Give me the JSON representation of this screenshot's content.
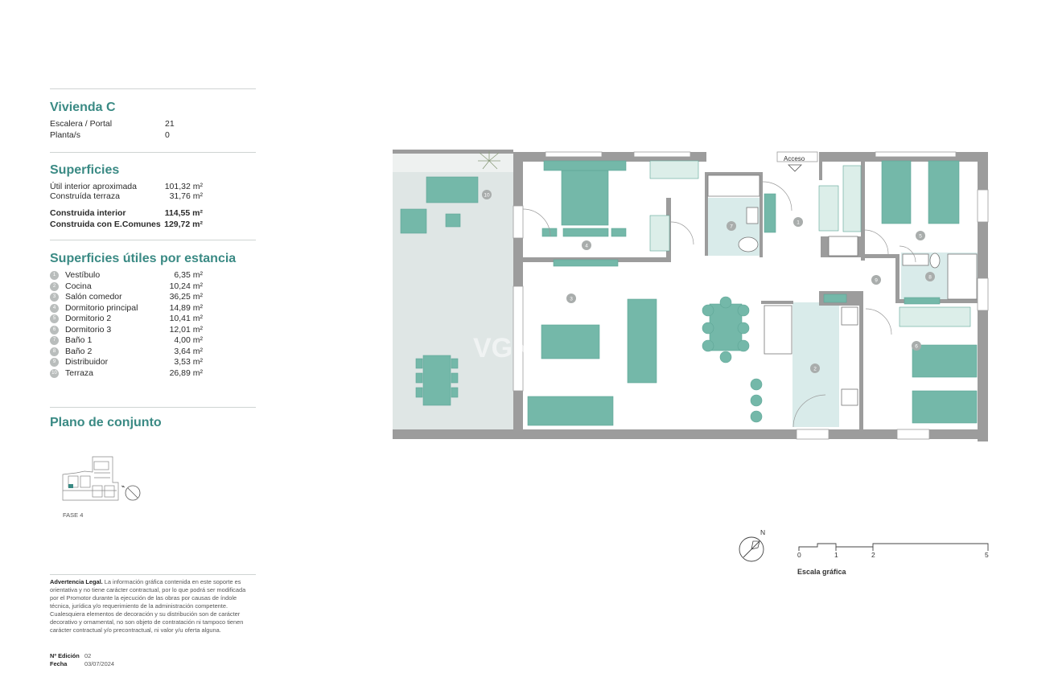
{
  "header": {
    "title": "Vivienda C",
    "escalera_label": "Escalera / Portal",
    "escalera_value": "21",
    "planta_label": "Planta/s",
    "planta_value": "0"
  },
  "superficies": {
    "heading": "Superficies",
    "items": [
      {
        "label": "Útil interior aproximada",
        "value": "101,32 m²"
      },
      {
        "label": "Construída terraza",
        "value": "31,76 m²"
      },
      {
        "label": "Construida interior",
        "value": "114,55 m²"
      },
      {
        "label": "Construida con E.Comunes",
        "value": "129,72 m²"
      }
    ]
  },
  "estancias": {
    "heading": "Superficies útiles por estancia",
    "items": [
      {
        "num": "1",
        "label": "Vestíbulo",
        "value": "6,35 m²"
      },
      {
        "num": "2",
        "label": "Cocina",
        "value": "10,24 m²"
      },
      {
        "num": "3",
        "label": "Salón comedor",
        "value": "36,25 m²"
      },
      {
        "num": "4",
        "label": "Dormitorio principal",
        "value": "14,89 m²"
      },
      {
        "num": "5",
        "label": "Dormitorio 2",
        "value": "10,41 m²"
      },
      {
        "num": "6",
        "label": "Dormitorio 3",
        "value": "12,01 m²"
      },
      {
        "num": "7",
        "label": "Baño 1",
        "value": "4,00 m²"
      },
      {
        "num": "8",
        "label": "Baño 2",
        "value": "3,64 m²"
      },
      {
        "num": "9",
        "label": "Distribuidor",
        "value": "3,53 m²"
      },
      {
        "num": "10",
        "label": "Terraza",
        "value": "26,89 m²"
      }
    ]
  },
  "conjunto": {
    "heading": "Plano de conjunto",
    "fase": "FASE 4"
  },
  "legal": {
    "title": "Advertencia Legal.",
    "text": "La información gráfica contenida en este soporte es orientativa y no tiene carácter contractual, por lo que podrá ser modificada por el Promotor durante la ejecución de las obras por causas de índole técnica, jurídica y/o requerimiento de la administración competente. Cualesquiera elementos de decoración y su distribución son de carácter decorativo y ornamental, no son objeto de contratación ni tampoco tienen carácter contractual y/o precontractual, ni valor y/u oferta alguna.",
    "edicion_label": "Nº Edición",
    "edicion_value": "02",
    "fecha_label": "Fecha",
    "fecha_value": "03/07/2024"
  },
  "plan": {
    "acceso_label": "Acceso",
    "watermark": "VGN",
    "room_numbers": [
      "1",
      "2",
      "3",
      "4",
      "5",
      "6",
      "7",
      "8",
      "9",
      "10"
    ]
  },
  "scale": {
    "north": "N",
    "ticks": [
      "0",
      "1",
      "2",
      "5"
    ],
    "label": "Escala gráfica"
  },
  "colors": {
    "accent": "#3a8a84",
    "furniture": "#74b8a9",
    "terrace": "#dfe6e5",
    "wall": "#9a9a9a"
  }
}
